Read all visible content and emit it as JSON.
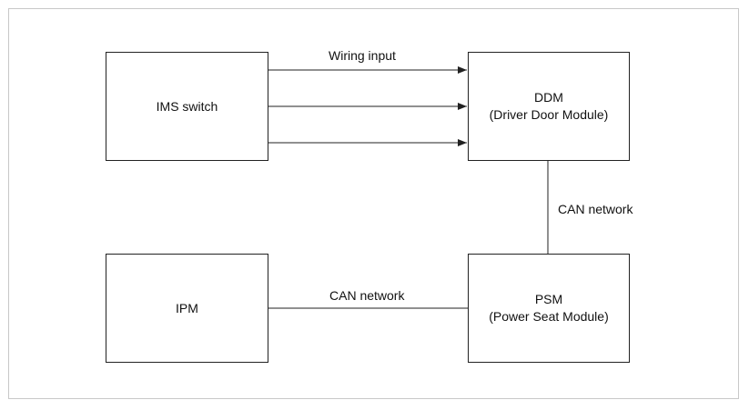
{
  "diagram": {
    "nodes": {
      "ims_switch": {
        "label": "IMS switch"
      },
      "ddm": {
        "line1": "DDM",
        "line2": "(Driver Door Module)"
      },
      "ipm": {
        "label": "IPM"
      },
      "psm": {
        "line1": "PSM",
        "line2": "(Power Seat Module)"
      }
    },
    "edges": {
      "wiring_input": {
        "label": "Wiring input",
        "from": "IMS switch",
        "to": "DDM",
        "count": 3,
        "style": "arrow"
      },
      "ddm_psm": {
        "label": "CAN network",
        "from": "DDM",
        "to": "PSM",
        "style": "line"
      },
      "ipm_psm": {
        "label": "CAN network",
        "from": "IPM",
        "to": "PSM",
        "style": "line"
      }
    },
    "colors": {
      "line": "#222222",
      "frame_border": "#c8c8c8",
      "background": "#ffffff"
    }
  }
}
